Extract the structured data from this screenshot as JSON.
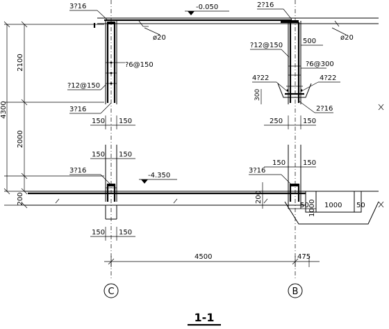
{
  "title": "1-1",
  "axes": {
    "left": "C",
    "right": "B"
  },
  "elevations": {
    "top": "-0.050",
    "bottom": "-4.350"
  },
  "vertical_dims": {
    "total": "4300",
    "upper": "2100",
    "middle": "2000",
    "lower": "200",
    "slab": "200"
  },
  "horizontal_dims": {
    "span": "4500",
    "edge": "475"
  },
  "labels": {
    "bar_3_16": "3?16",
    "bar_2_16": "2?16",
    "bar_4_22": "4?22",
    "rebar_12_150": "?12@150",
    "stirrup_6_150": "?6@150",
    "stirrup_6_300": "?6@300",
    "dia_20": "ø20",
    "d150": "150",
    "d250": "250",
    "d500": "500",
    "d300": "300",
    "d50": "50",
    "d1000": "1000"
  }
}
